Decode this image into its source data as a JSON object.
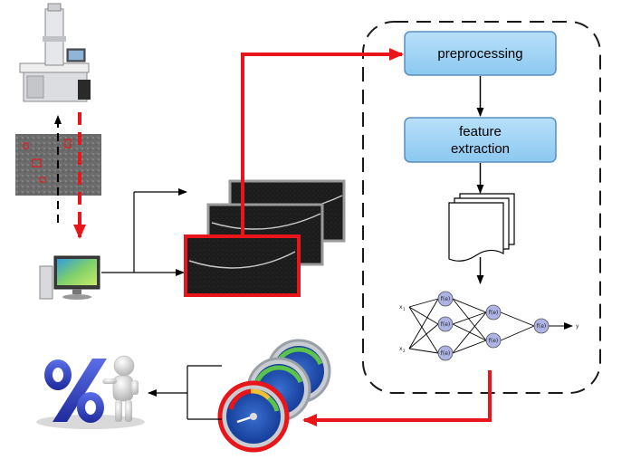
{
  "pipeline": {
    "step1_label": "preprocessing",
    "step2_line1": "feature",
    "step2_line2": "extraction",
    "box_color": "#9fd2f5",
    "box_border": "#5a8fbf"
  },
  "neural_net": {
    "input1": "x",
    "input1_sub": "1",
    "input2": "x",
    "input2_sub": "2",
    "output": "y",
    "node_label": "f(e)"
  },
  "colors": {
    "accent_arrow": "#e8151b",
    "dashed_border": "#1a1a1a"
  },
  "icons": [
    "microscope-icon",
    "micrograph-image-icon",
    "computer-icon",
    "image-stack-icon",
    "document-stack-icon",
    "neural-network-icon",
    "gauge-icon",
    "percent-figure-icon"
  ]
}
